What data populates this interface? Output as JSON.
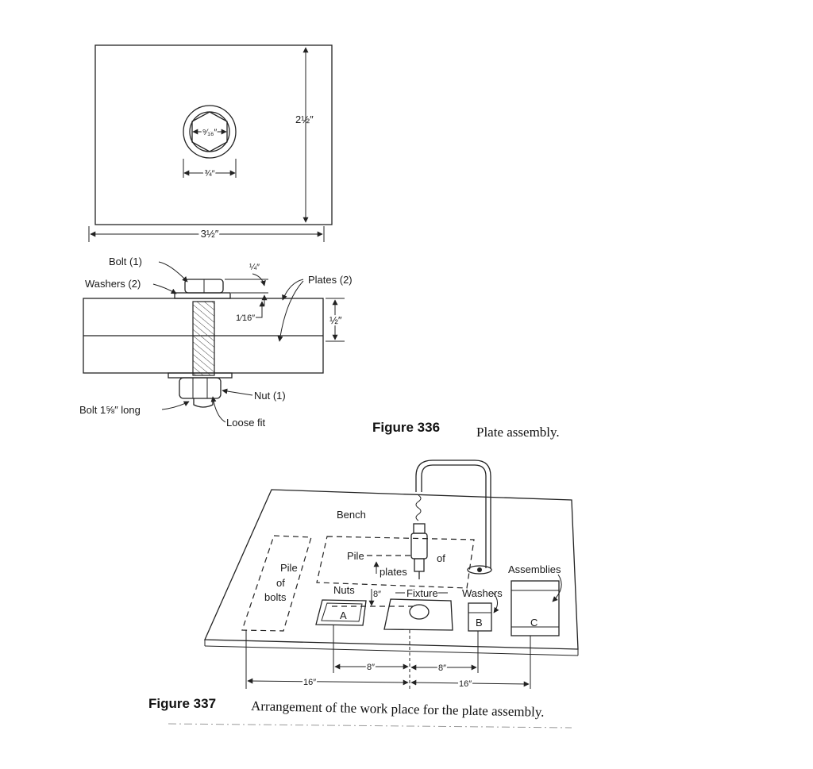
{
  "figure336": {
    "top_view": {
      "dim_height": "2½″",
      "dim_width": "3½″",
      "dim_hex": "⁹⁄₁₆″",
      "dim_washer": "¾″"
    },
    "section": {
      "bolt": "Bolt (1)",
      "washers": "Washers (2)",
      "plates": "Plates (2)",
      "dim_head": "¼″",
      "dim_washer_thk": "1⁄16″",
      "dim_plate_thk": "½″",
      "nut": "Nut (1)",
      "bolt_len": "Bolt 1⅝″ long",
      "loose_fit": "Loose fit"
    },
    "caption_num": "Figure 336",
    "caption_text": "Plate assembly."
  },
  "figure337": {
    "bench": "Bench",
    "pile_plates_1": "Pile",
    "pile_plates_2": "of",
    "pile_plates_3": "plates",
    "pile_bolts_1": "Pile",
    "pile_bolts_2": "of",
    "pile_bolts_3": "bolts",
    "nuts": "Nuts",
    "fixture": "Fixture",
    "washers": "Washers",
    "assemblies": "Assemblies",
    "bin_a": "A",
    "bin_b": "B",
    "bin_c": "C",
    "dim_8a": "8″",
    "dim_8b": "8″",
    "dim_16a": "16″",
    "dim_16b": "16″",
    "dim_vert": "8″",
    "caption_num": "Figure 337",
    "caption_text": "Arrangement of the work place for the plate assembly."
  }
}
